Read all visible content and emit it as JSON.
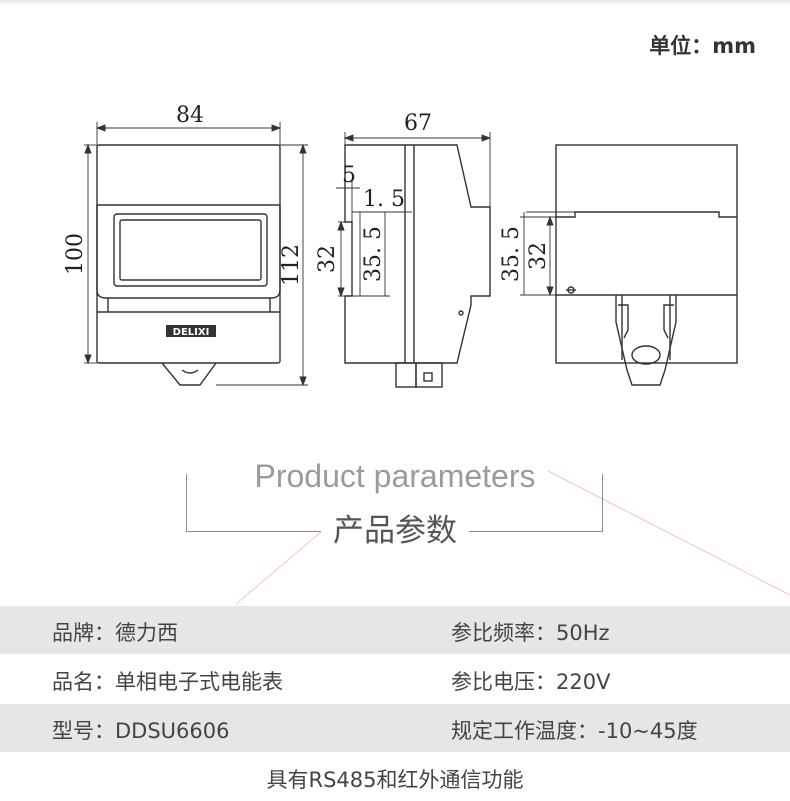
{
  "unit_label": "单位：mm",
  "dimensions": {
    "front_width": "84",
    "front_height_outer": "100",
    "front_height_total": "112",
    "side_depth": "67",
    "side_step": "5",
    "side_step_small": "1. 5",
    "side_rail": "32",
    "side_rail_outer": "35. 5",
    "back_rail_outer": "35. 5",
    "back_rail": "32"
  },
  "brand_logo": "DELIXI",
  "section_title_en": "Product parameters",
  "section_title_zh": "产品参数",
  "params": {
    "brand": "品牌：德力西",
    "ref_freq": "参比频率：50Hz",
    "product_name": "品名：单相电子式电能表",
    "ref_voltage": "参比电压：220V",
    "model": "型号：DDSU6606",
    "temperature": "规定工作温度：-10~45度",
    "feature": "具有RS485和红外通信功能"
  },
  "colors": {
    "row_gray": "#e6e6e6",
    "line": "#333333",
    "accent_line": "#f0a0a0"
  }
}
